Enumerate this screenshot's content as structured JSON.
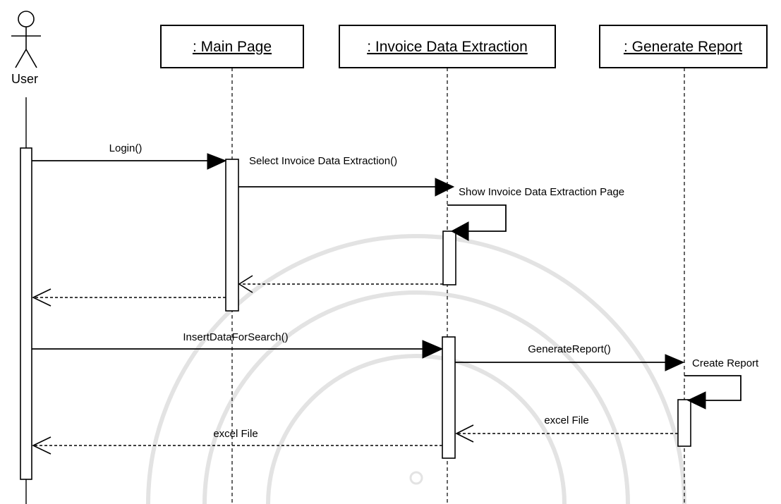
{
  "actor": {
    "name": "User"
  },
  "lifelines": [
    {
      "id": "main",
      "label": ": Main Page"
    },
    {
      "id": "invoice",
      "label": ": Invoice Data Extraction"
    },
    {
      "id": "report",
      "label": ": Generate Report"
    }
  ],
  "messages": [
    {
      "id": "login",
      "label": "Login()",
      "kind": "call"
    },
    {
      "id": "select-invoice",
      "label": "Select Invoice Data Extraction()",
      "kind": "call"
    },
    {
      "id": "show-invoice-page",
      "label": "Show Invoice Data Extraction Page",
      "kind": "self-call"
    },
    {
      "id": "return-to-main",
      "label": "",
      "kind": "return"
    },
    {
      "id": "return-to-user",
      "label": "",
      "kind": "return"
    },
    {
      "id": "insert-data",
      "label": "InsertDataForSearch()",
      "kind": "call"
    },
    {
      "id": "generate-report",
      "label": "GenerateReport()",
      "kind": "call"
    },
    {
      "id": "create-report",
      "label": "Create Report",
      "kind": "self-call"
    },
    {
      "id": "excel-to-invoice",
      "label": "excel File",
      "kind": "return"
    },
    {
      "id": "excel-to-user",
      "label": "excel File",
      "kind": "return"
    }
  ]
}
